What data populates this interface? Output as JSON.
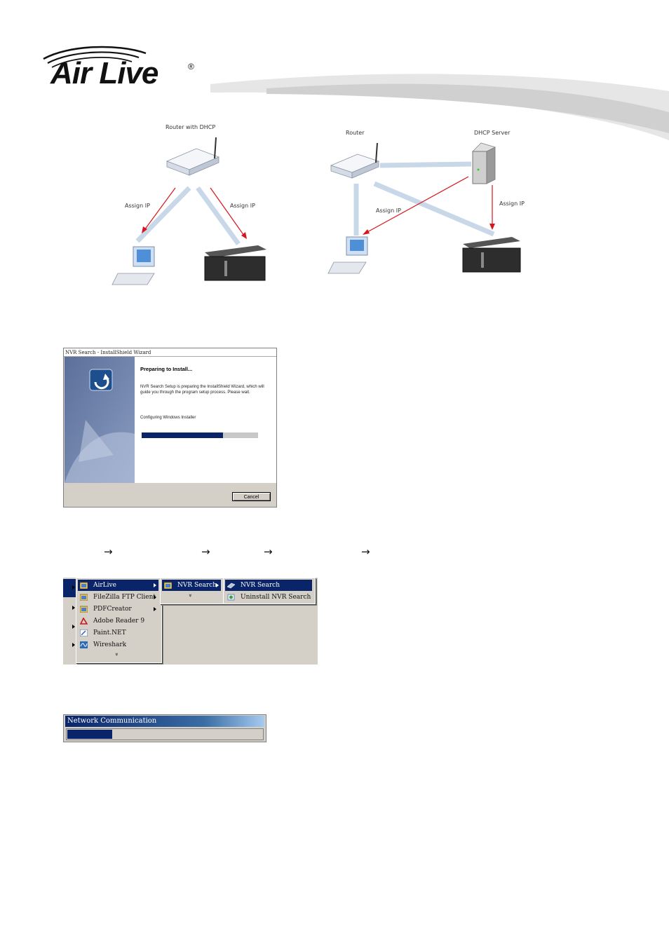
{
  "header": {
    "brand": "Air Live",
    "registered_mark": "®"
  },
  "diagram_left": {
    "router_label": "Router with DHCP",
    "assign_left": "Assign IP",
    "assign_right": "Assign IP"
  },
  "diagram_right": {
    "router_label": "Router",
    "server_label": "DHCP Server",
    "assign_left": "Assign IP",
    "assign_right": "Assign IP"
  },
  "install_window": {
    "title": "NVR Search - InstallShield Wizard",
    "heading": "Preparing to Install...",
    "description": "NVR Search Setup is preparing the InstallShield Wizard, which will guide you through the program setup process. Please wait.",
    "status": "Configuring Windows Installer",
    "progress_fraction": 0.7,
    "cancel_label": "Cancel"
  },
  "breadcrumb": {
    "arrows": [
      "→",
      "→",
      "→",
      "→"
    ]
  },
  "start_menu": {
    "level1": [
      {
        "label": "AirLive",
        "selected": true,
        "submenu": true,
        "icon": "folder-icon"
      },
      {
        "label": "FileZilla FTP Client",
        "selected": false,
        "submenu": true,
        "icon": "folder-icon"
      },
      {
        "label": "PDFCreator",
        "selected": false,
        "submenu": true,
        "icon": "folder-icon"
      },
      {
        "label": "Adobe Reader 9",
        "selected": false,
        "submenu": false,
        "icon": "adobe-reader-icon"
      },
      {
        "label": "Paint.NET",
        "selected": false,
        "submenu": false,
        "icon": "paint-net-icon"
      },
      {
        "label": "Wireshark",
        "selected": false,
        "submenu": false,
        "icon": "wireshark-icon"
      }
    ],
    "level2": [
      {
        "label": "NVR Search",
        "selected": true,
        "submenu": true,
        "icon": "folder-icon"
      }
    ],
    "level3": [
      {
        "label": "NVR Search",
        "selected": true,
        "icon": "nvr-search-icon"
      },
      {
        "label": "Uninstall NVR Search",
        "selected": false,
        "icon": "uninstall-icon"
      }
    ],
    "more_glyph": "»"
  },
  "network": {
    "title": "Network Communication",
    "progress_fraction": 0.23
  },
  "colors": {
    "selection": "#0a246a",
    "window_gray": "#d4d0c8",
    "arrow_red": "#d9141c"
  }
}
